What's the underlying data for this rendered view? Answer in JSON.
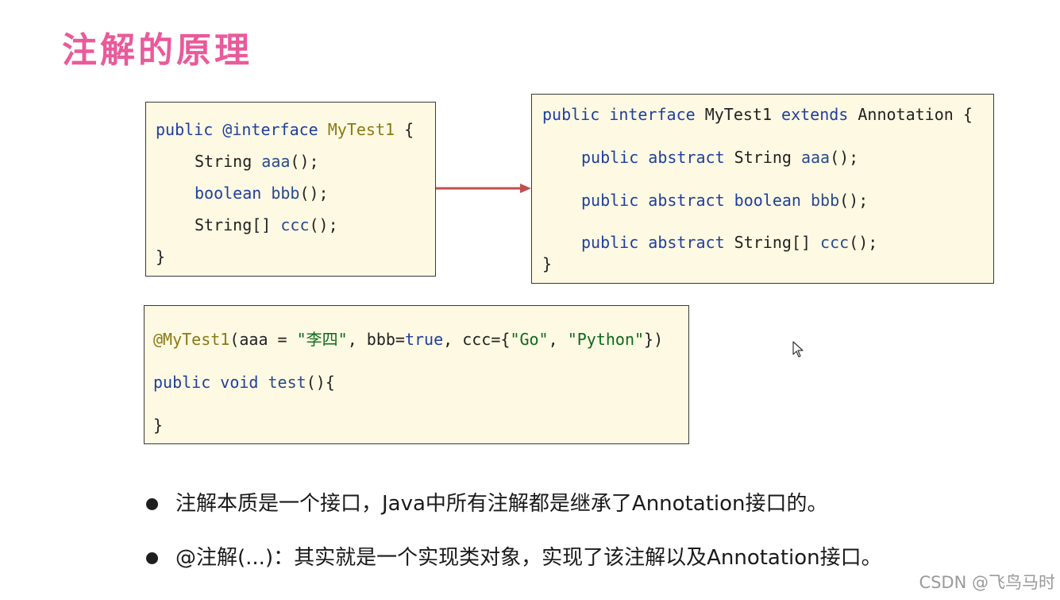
{
  "slide": {
    "title": "注解的原理"
  },
  "annotation_box": {
    "l1": {
      "a": "public ",
      "b": "@interface ",
      "c": "MyTest1",
      "d": " {"
    },
    "l2": {
      "a": "String ",
      "b": "aaa",
      "c": "();"
    },
    "l3": {
      "a": "boolean ",
      "b": "bbb",
      "c": "();"
    },
    "l4": {
      "a": "String[] ",
      "b": "ccc",
      "c": "();"
    },
    "l5": "}"
  },
  "interface_box": {
    "l1": {
      "a": "public ",
      "b": "interface ",
      "c": "MyTest1 ",
      "d": "extends ",
      "e": "Annotation {"
    },
    "l2": {
      "a": "public abstract ",
      "b": "String ",
      "c": "aaa",
      "d": "();"
    },
    "l3": {
      "a": "public abstract ",
      "b": "boolean ",
      "c": "bbb",
      "d": "();"
    },
    "l4": {
      "a": "public abstract ",
      "b": "String[] ",
      "c": "ccc",
      "d": "();"
    },
    "l5": "}"
  },
  "usage_box": {
    "l1": {
      "a": "@MyTest1",
      "b": "(aaa = ",
      "c": "\"李四\"",
      "d": ", bbb=",
      "e": "true",
      "f": ", ccc={",
      "g": "\"Go\"",
      "h": ", ",
      "i": "\"Python\"",
      "j": "})"
    },
    "l2": {
      "a": "public ",
      "b": "void ",
      "c": "test",
      "d": "(){"
    },
    "l3": "}"
  },
  "bullets": [
    "注解本质是一个接口，Java中所有注解都是继承了Annotation接口的。",
    "@注解(...)：其实就是一个实现类对象，实现了该注解以及Annotation接口。"
  ],
  "watermark": "CSDN @飞鸟马时",
  "colors": {
    "title": "#ea5a9b",
    "code_background": "#fdf9e3",
    "keyword": "#1f3f9e",
    "annotation": "#8a7a14",
    "string": "#0b6b1a",
    "arrow": "#c0504d"
  },
  "icons": [
    "arrow-right-icon",
    "mouse-cursor-icon",
    "bullet-dot-icon"
  ]
}
